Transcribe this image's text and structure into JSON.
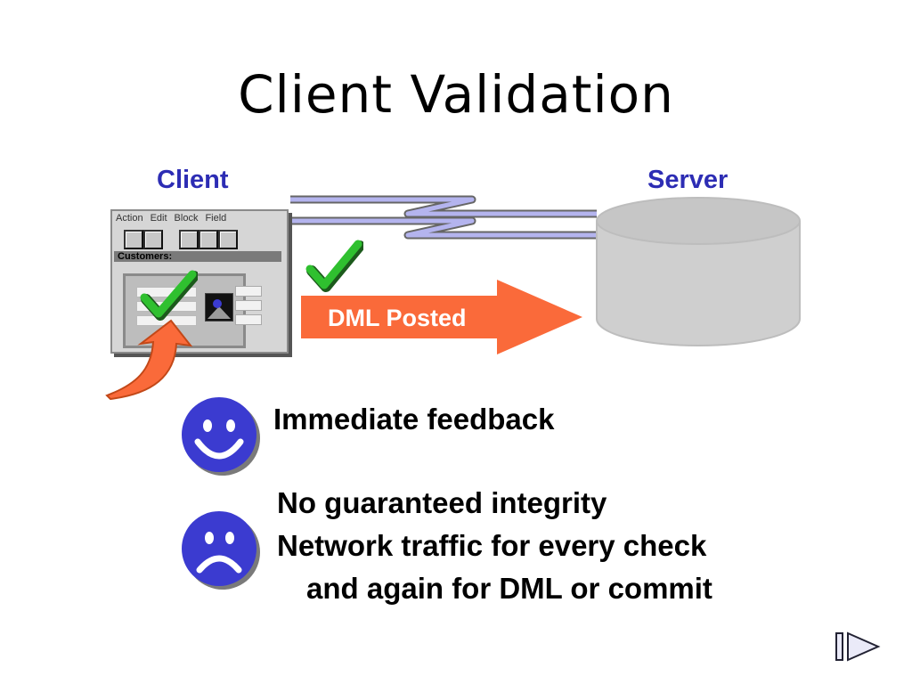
{
  "title": "Client Validation",
  "client_label": "Client",
  "server_label": "Server",
  "window": {
    "menu": [
      "Action",
      "Edit",
      "Block",
      "Field"
    ],
    "section_label": "Customers:"
  },
  "arrow_label": "DML Posted",
  "pros": [
    "Immediate feedback"
  ],
  "cons": [
    "No guaranteed integrity",
    "Network traffic for every check",
    "and again for DML or commit"
  ],
  "colors": {
    "label_blue": "#2d2db4",
    "arrow_orange": "#fa6a3a",
    "check_green": "#2fc02f",
    "face_blue": "#3b3bd0",
    "link_lavender": "#b4b4ee",
    "cylinder_gray": "#cfcfcf"
  },
  "icons": [
    "check-icon",
    "smiley-face-icon",
    "sad-face-icon",
    "curved-arrow-icon",
    "next-slide-icon"
  ]
}
